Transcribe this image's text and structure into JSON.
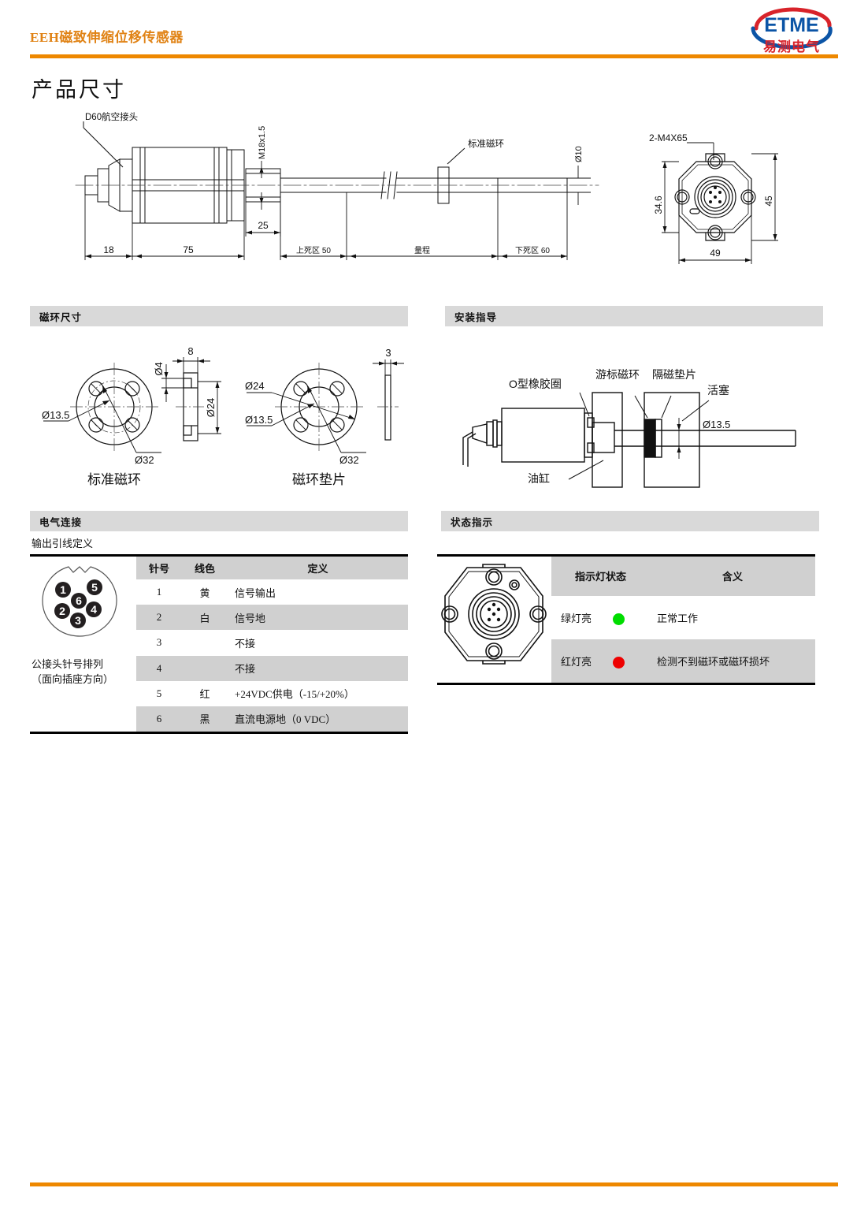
{
  "header": {
    "title": "EEH磁致伸缩位移传感器",
    "accent_color": "#EE8800",
    "logo": {
      "mark": "ETME",
      "name": "易测电气",
      "mark_color": "#0B54A6",
      "swoosh_color": "#D8232A"
    }
  },
  "page_title": "产品尺寸",
  "dimension_drawing": {
    "callouts": {
      "connector": "D60航空接头",
      "thread": "M18x1.5",
      "magnet_ring": "标准磁环",
      "rod_dia": "Ø10"
    },
    "dimensions": {
      "connector_len": "18",
      "body_len": "75",
      "thread_len": "25",
      "upper_dead_zone": "上死区 50",
      "stroke": "量程",
      "lower_dead_zone": "下死区 60"
    },
    "flange_view": {
      "screw_spec": "2-M4X65",
      "bolt_circle": "34.6",
      "height": "45",
      "width": "49"
    }
  },
  "magnet_section": {
    "bar_title": "磁环尺寸",
    "standard_ring": {
      "caption": "标准磁环",
      "d_inner": "Ø13.5",
      "d_hole": "Ø4",
      "d_bolt": "Ø24",
      "d_outer": "Ø32",
      "thickness": "8",
      "side_dia": "Ø24"
    },
    "spacer_ring": {
      "caption": "磁环垫片",
      "d_inner": "Ø13.5",
      "d_bolt": "Ø24",
      "d_outer": "Ø32",
      "thickness": "3"
    }
  },
  "install_section": {
    "bar_title": "安装指导",
    "labels": {
      "oring": "O型橡胶圈",
      "vernier_ring": "游标磁环",
      "shield_spacer": "隔磁垫片",
      "piston": "活塞",
      "cylinder": "油缸",
      "bore": "Ø13.5"
    }
  },
  "electrical_section": {
    "bar_title": "电气连接",
    "subtitle": "输出引线定义",
    "pin_caption_line1": "公接头针号排列",
    "pin_caption_line2": "（面向插座方向）",
    "pin_numbers": [
      "1",
      "5",
      "6",
      "2",
      "4",
      "3"
    ],
    "columns": [
      "针号",
      "线色",
      "定义"
    ],
    "rows": [
      {
        "pin": "1",
        "color": "黄",
        "definition": "信号输出"
      },
      {
        "pin": "2",
        "color": "白",
        "definition": "信号地"
      },
      {
        "pin": "3",
        "color": "",
        "definition": "不接"
      },
      {
        "pin": "4",
        "color": "",
        "definition": "不接"
      },
      {
        "pin": "5",
        "color": "红",
        "definition": "+24VDC供电（-15/+20%）"
      },
      {
        "pin": "6",
        "color": "黑",
        "definition": "直流电源地（0 VDC）"
      }
    ]
  },
  "status_section": {
    "bar_title": "状态指示",
    "columns": [
      "指示灯状态",
      "含义"
    ],
    "rows": [
      {
        "state": "绿灯亮",
        "color": "#00DD00",
        "meaning": "正常工作"
      },
      {
        "state": "红灯亮",
        "color": "#EE0000",
        "meaning": "检测不到磁环或磁环损坏"
      }
    ]
  }
}
